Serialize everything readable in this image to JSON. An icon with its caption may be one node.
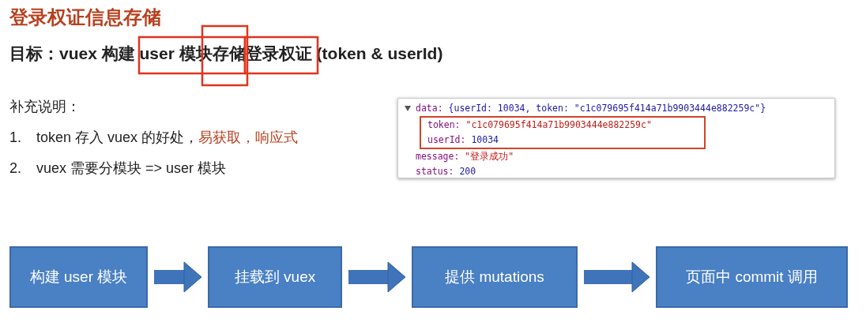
{
  "diagram": {
    "title": "登录权证信息存储",
    "nodes": [
      {
        "text": [
          "构建 user 模块"
        ]
      },
      {
        "text": [
          "挂载到 vuex"
        ]
      },
      {
        "text": [
          "提供 mutations"
        ]
      },
      {
        "text": [
          "页面中 commit 调用"
        ]
      }
    ],
    "edges": [
      {
        "from": 0,
        "to": 1,
        "arrow": "to"
      },
      {
        "from": 1,
        "to": 2,
        "arrow": "to"
      },
      {
        "from": 2,
        "to": 3,
        "arrow": "to"
      }
    ],
    "labels": [
      "目标：vuex 构建 user 模块存储登录权证 (token & userId)",
      "补充说明：",
      "1.",
      "token 存入 vuex 的好处，",
      "易获取，响应式",
      "2.",
      "vuex 需要分模块 => user 模块",
      "data: {userId: 10034, token: \"c1c079695f414a71b9903444e882259c\"}",
      "token: \"c1c079695f414a71b9903444e882259c\"",
      "userId: 10034",
      "message: \"登录成功\"",
      "status: 200"
    ]
  }
}
